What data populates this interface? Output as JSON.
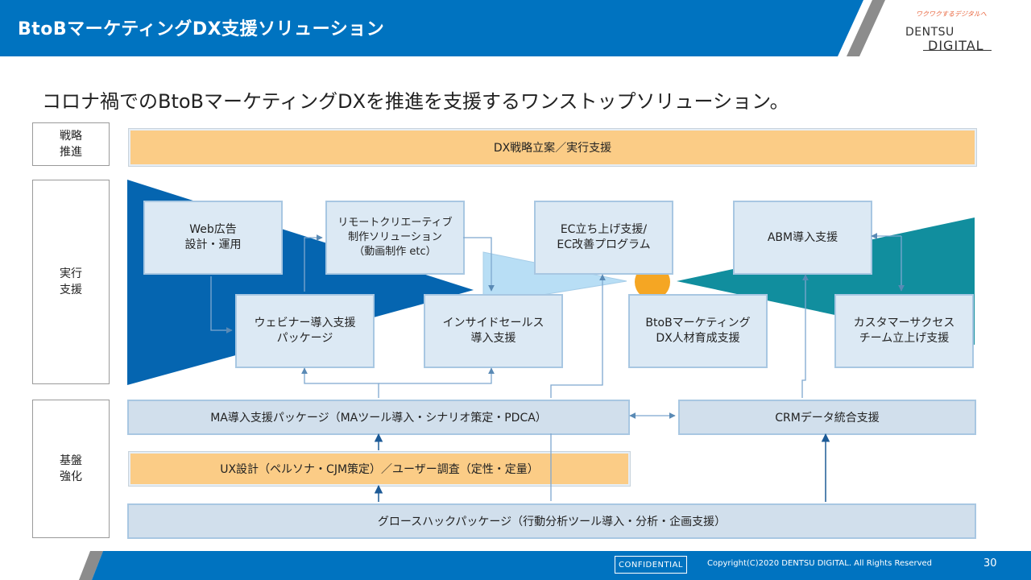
{
  "header": {
    "title": "BtoBマーケティングDX支援ソリューション",
    "logo_tagline": "ワクワクするデジタルへ",
    "logo_line1": "DENTSU",
    "logo_line2": "DIGITAL",
    "bar_color": "#0073c0"
  },
  "subtitle": "コロナ禍でのBtoBマーケティングDXを推進を支援するワンストップソリューション。",
  "layers": {
    "strategy": "戦略\n推進",
    "execution": "実行\n支援",
    "foundation": "基盤\n強化"
  },
  "strategy_bar": "DX戦略立案／実行支援",
  "execution_boxes": {
    "web_ads": "Web広告\n設計・運用",
    "remote_creative": "リモートクリエーティブ\n制作ソリューション\n（動画制作 etc）",
    "ec_support": "EC立ち上げ支援/\nEC改善プログラム",
    "abm": "ABM導入支援",
    "webinar": "ウェビナー導入支援\nパッケージ",
    "inside_sales": "インサイドセールス\n導入支援",
    "talent": "BtoBマーケティング\nDX人材育成支援",
    "customer_success": "カスタマーサクセス\nチーム立上げ支援"
  },
  "foundation_bars": {
    "ma": "MA導入支援パッケージ（MAツール導入・シナリオ策定・PDCA）",
    "crm": "CRMデータ統合支援",
    "ux": "UX設計（ペルソナ・CJM策定）／ユーザー調査（定性・定量）",
    "growth": "グロースハックパッケージ（行動分析ツール導入・分析・企画支援）"
  },
  "footer": {
    "confidential": "CONFIDENTIAL",
    "copyright": "Copyright(C)2020 DENTSU DIGITAL. All Rights Reserved",
    "page_number": "30"
  },
  "colors": {
    "brand_blue": "#0073c0",
    "funnel_dark": "#0565b0",
    "funnel_light": "#b8def5",
    "funnel_teal": "#118e9e",
    "accent_orange": "#f5a623",
    "box_fill": "#dce9f4",
    "box_border": "#a8c7e2",
    "strategy_fill": "#fbcc86",
    "arrow": "#5a8ab5"
  }
}
